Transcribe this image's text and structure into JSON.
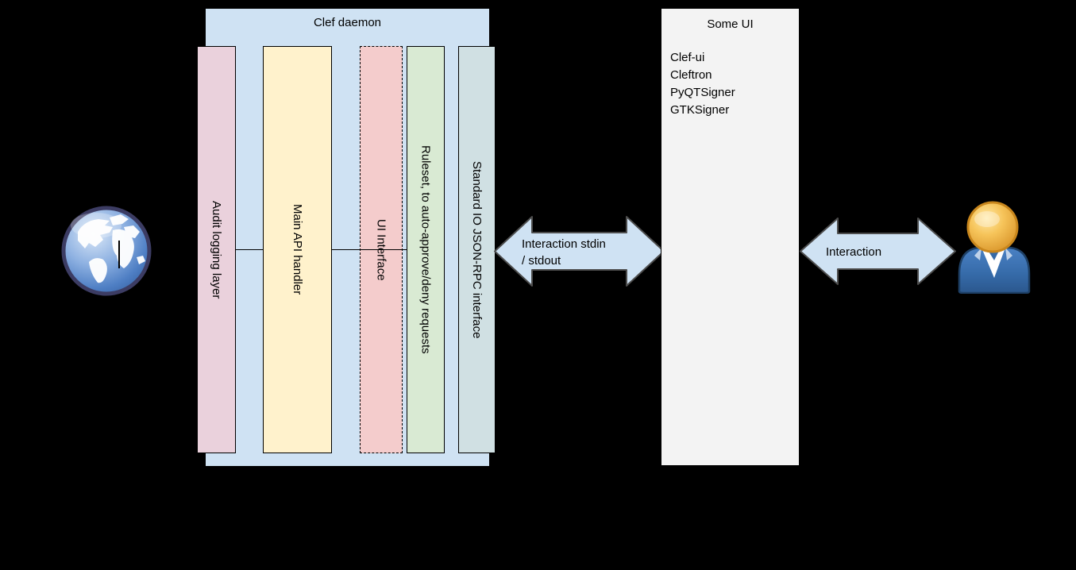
{
  "canvas": {
    "background": "#000000"
  },
  "clef_daemon": {
    "title": "Clef daemon",
    "fill": "#cfe2f3",
    "bars": [
      {
        "id": "audit",
        "label": "Audit logging layer",
        "fill": "#ead1dc",
        "border": "solid"
      },
      {
        "id": "main-api",
        "label": "Main API handler",
        "fill": "#fff2cc",
        "border": "solid"
      },
      {
        "id": "ui",
        "label": "UI Interface",
        "fill": "#f4cccc",
        "border": "dashed"
      },
      {
        "id": "ruleset",
        "label": "Ruleset, to auto-approve/deny requests",
        "fill": "#d9ead3",
        "border": "solid"
      },
      {
        "id": "stdio",
        "label": "Standard IO JSON-RPC interface",
        "fill": "#d0e0e3",
        "border": "solid"
      }
    ]
  },
  "some_ui": {
    "title": "Some UI",
    "fill": "#f3f3f3",
    "items": [
      "Clef-ui",
      "Cleftron",
      "PyQTSigner",
      "GTKSigner"
    ]
  },
  "arrows": {
    "stdio_arrow": {
      "label_line1": "Interaction stdin",
      "label_line2": "/ stdout",
      "fill": "#cfe2f3",
      "stroke": "#4d4d4d"
    },
    "user_arrow": {
      "label_line1": "Interaction",
      "fill": "#cfe2f3",
      "stroke": "#4d4d4d"
    }
  },
  "icons": {
    "globe": "globe-icon",
    "user": "user-icon"
  }
}
